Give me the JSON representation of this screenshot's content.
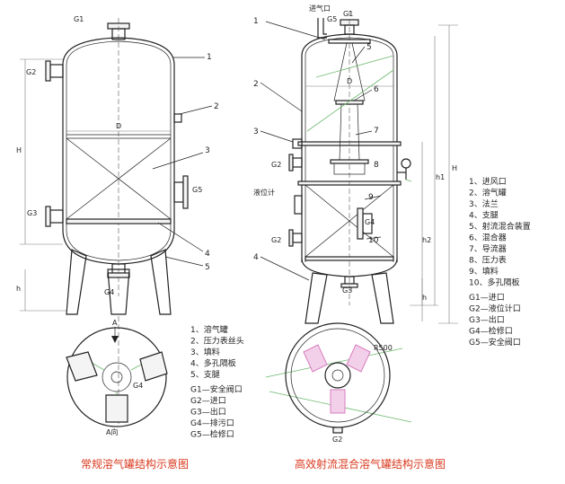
{
  "left": {
    "callouts": {
      "n1": "1",
      "n2": "2",
      "n3": "3",
      "n4": "4",
      "n5": "5"
    },
    "ports": {
      "g1": "G1",
      "g2": "G2",
      "g3": "G3",
      "g4": "G4",
      "g5": "G5"
    },
    "dims": {
      "h_total": "H",
      "h_leg": "h",
      "d": "D"
    },
    "view": {
      "a_top": "A",
      "a_bottom": "A向",
      "g4": "G4"
    },
    "legend": [
      "1、溶气罐",
      "2、压力表丝头",
      "3、填料",
      "4、多孔隔板",
      "5、支腿",
      "G1—安全阀口",
      "G2—进口",
      "G3—出口",
      "G4—排污口",
      "G5—检修口"
    ],
    "caption": "常规溶气罐结构示意图"
  },
  "right": {
    "callouts": {
      "n1": "1",
      "n2": "2",
      "n3": "3",
      "n4": "4",
      "n5": "5",
      "n6": "6",
      "n7": "7",
      "n8": "8",
      "n9": "9",
      "n10": "10"
    },
    "ports": {
      "g1": "G1",
      "g2": "G2",
      "g2b": "G2",
      "g3": "G3",
      "g4": "G4",
      "g5": "G5"
    },
    "air_inlet": "进气口",
    "level_gauge": "液位计",
    "dims": {
      "h1": "h1",
      "h2": "h2",
      "h_leg": "h",
      "h_total": "H",
      "d": "D",
      "r": "R500"
    },
    "legend": [
      "1、进风口",
      "2、溶气罐",
      "3、法兰",
      "4、支腿",
      "5、射流混合装置",
      "6、混合器",
      "7、导流器",
      "8、压力表",
      "9、填料",
      "10、多孔隔板",
      "G1—进口",
      "G2—液位计口",
      "G3—出口",
      "G4—检修口",
      "G5—安全阀口"
    ],
    "caption": "高效射流混合溶气罐结构示意图"
  }
}
